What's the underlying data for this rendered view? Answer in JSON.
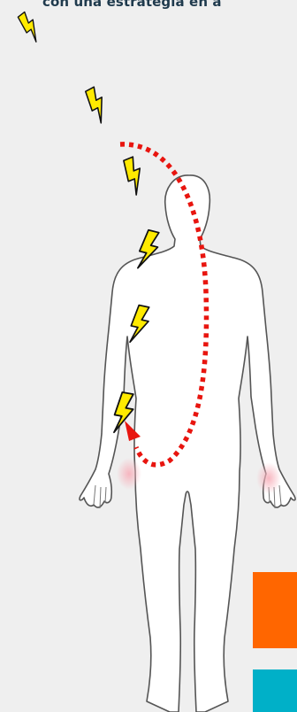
{
  "caption": "con una estrategia en a",
  "colors": {
    "background": "#efefef",
    "caption_text": "#1f3a4d",
    "body_outline": "#555555",
    "body_fill": "#ffffff",
    "lightning_fill": "#ffea00",
    "lightning_outline": "#111111",
    "path_dots": "#e8150f",
    "hand_glow": "#f7b3bd",
    "swatch_orange": "#ff6600",
    "swatch_cyan": "#00b0c8"
  },
  "icons": {
    "lightning": "lightning-bolt-icon",
    "body": "human-body-outline",
    "arrow": "red-arrowhead"
  }
}
